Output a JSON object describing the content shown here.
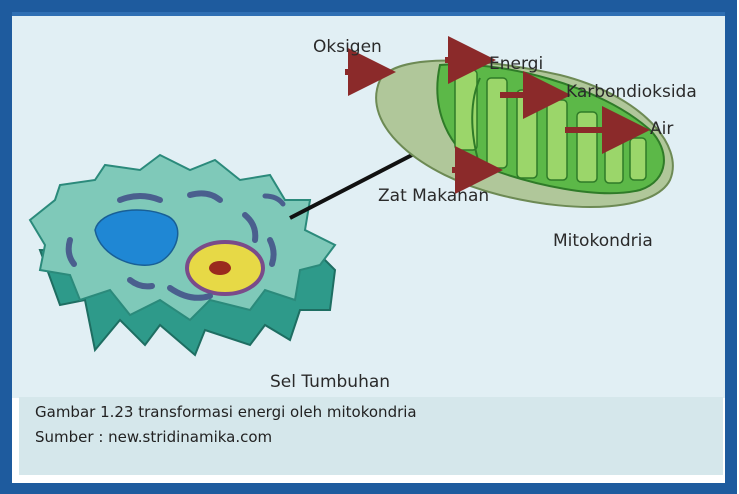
{
  "colors": {
    "frame_blue": "#1e5b9e",
    "panel_bg": "#e1eff4",
    "caption_bg": "#d5e7eb",
    "arrow": "#8b2a2a",
    "cell_teal": "#2e9a8a",
    "mito_green": "#5cb848"
  },
  "labels": {
    "oksigen": "Oksigen",
    "energi": "Energi",
    "karbondioksida": "Karbondioksida",
    "air": "Air",
    "zat_makanan": "Zat Makanan",
    "mitokondria": "Mitokondria",
    "sel_tumbuhan": "Sel Tumbuhan"
  },
  "caption": {
    "line1": "Gambar 1.23 transformasi energi oleh mitokondria",
    "line2": "Sumber : new.stridinamika.com"
  }
}
